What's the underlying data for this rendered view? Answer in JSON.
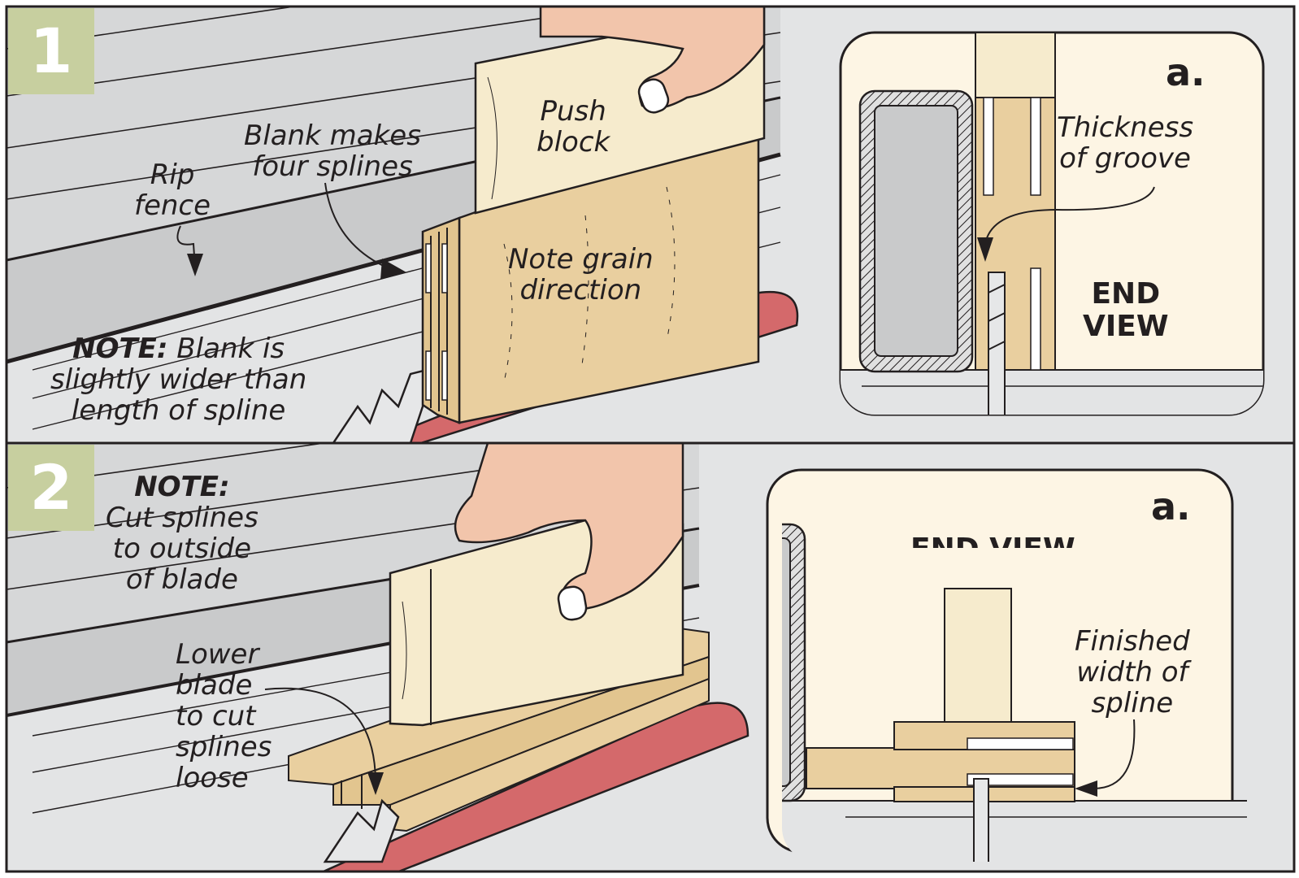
{
  "colors": {
    "accent_badge": "#c7cf9f",
    "blade_insert": "#d4696b",
    "wood": "#e9cf9f",
    "push_block": "#f6ebcd",
    "table": "#e3e4e5",
    "fence_face": "#c9cacb",
    "skin": "#f2c5ab",
    "inset_bg": "#fdf5e4"
  },
  "panel1": {
    "step_number": "1",
    "labels": {
      "push_block": [
        "Push",
        "block"
      ],
      "blank_makes": [
        "Blank makes",
        "four splines"
      ],
      "rip_fence": [
        "Rip",
        "fence"
      ],
      "note_grain": [
        "Note grain",
        "direction"
      ],
      "note_prefix": "NOTE:",
      "note_lines": [
        " Blank is",
        "slightly wider than",
        "length of spline"
      ]
    },
    "inset": {
      "letter": "a.",
      "thickness": [
        "Thickness",
        "of groove"
      ],
      "end_view": [
        "END",
        "VIEW"
      ]
    }
  },
  "panel2": {
    "step_number": "2",
    "labels": {
      "note_prefix": "NOTE:",
      "note_lines": [
        "Cut splines",
        "to outside",
        "of blade"
      ],
      "lower_blade": [
        "Lower",
        "blade",
        "to cut",
        "splines",
        "loose"
      ]
    },
    "inset": {
      "letter": "a.",
      "end_view_partial": "END VIEW",
      "finished_width": [
        "Finished",
        "width of",
        "spline"
      ]
    }
  }
}
